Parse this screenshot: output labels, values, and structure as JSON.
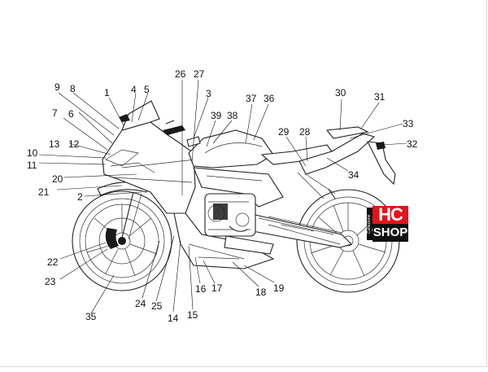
{
  "logo": {
    "top": "HC",
    "bottom": "SHOP",
    "side": "Collezione Ricambi"
  },
  "labels": {
    "l1": "1",
    "l2": "2",
    "l3": "3",
    "l4": "4",
    "l5": "5",
    "l6": "6",
    "l7": "7",
    "l8": "8",
    "l9": "9",
    "l10": "10",
    "l11": "11",
    "l12": "12",
    "l13": "13",
    "l14": "14",
    "l15": "15",
    "l16": "16",
    "l17": "17",
    "l18": "18",
    "l19": "19",
    "l20": "20",
    "l21": "21",
    "l22": "22",
    "l23": "23",
    "l24": "24",
    "l25": "25",
    "l26": "26",
    "l27": "27",
    "l28": "28",
    "l29": "29",
    "l30": "30",
    "l31": "31",
    "l32": "32",
    "l33": "33",
    "l34": "34",
    "l35": "35",
    "l36": "36",
    "l37": "37",
    "l38": "38",
    "l39": "39"
  },
  "colors": {
    "logo_red": "#e3141b",
    "logo_black": "#111111",
    "line": "#111111"
  }
}
